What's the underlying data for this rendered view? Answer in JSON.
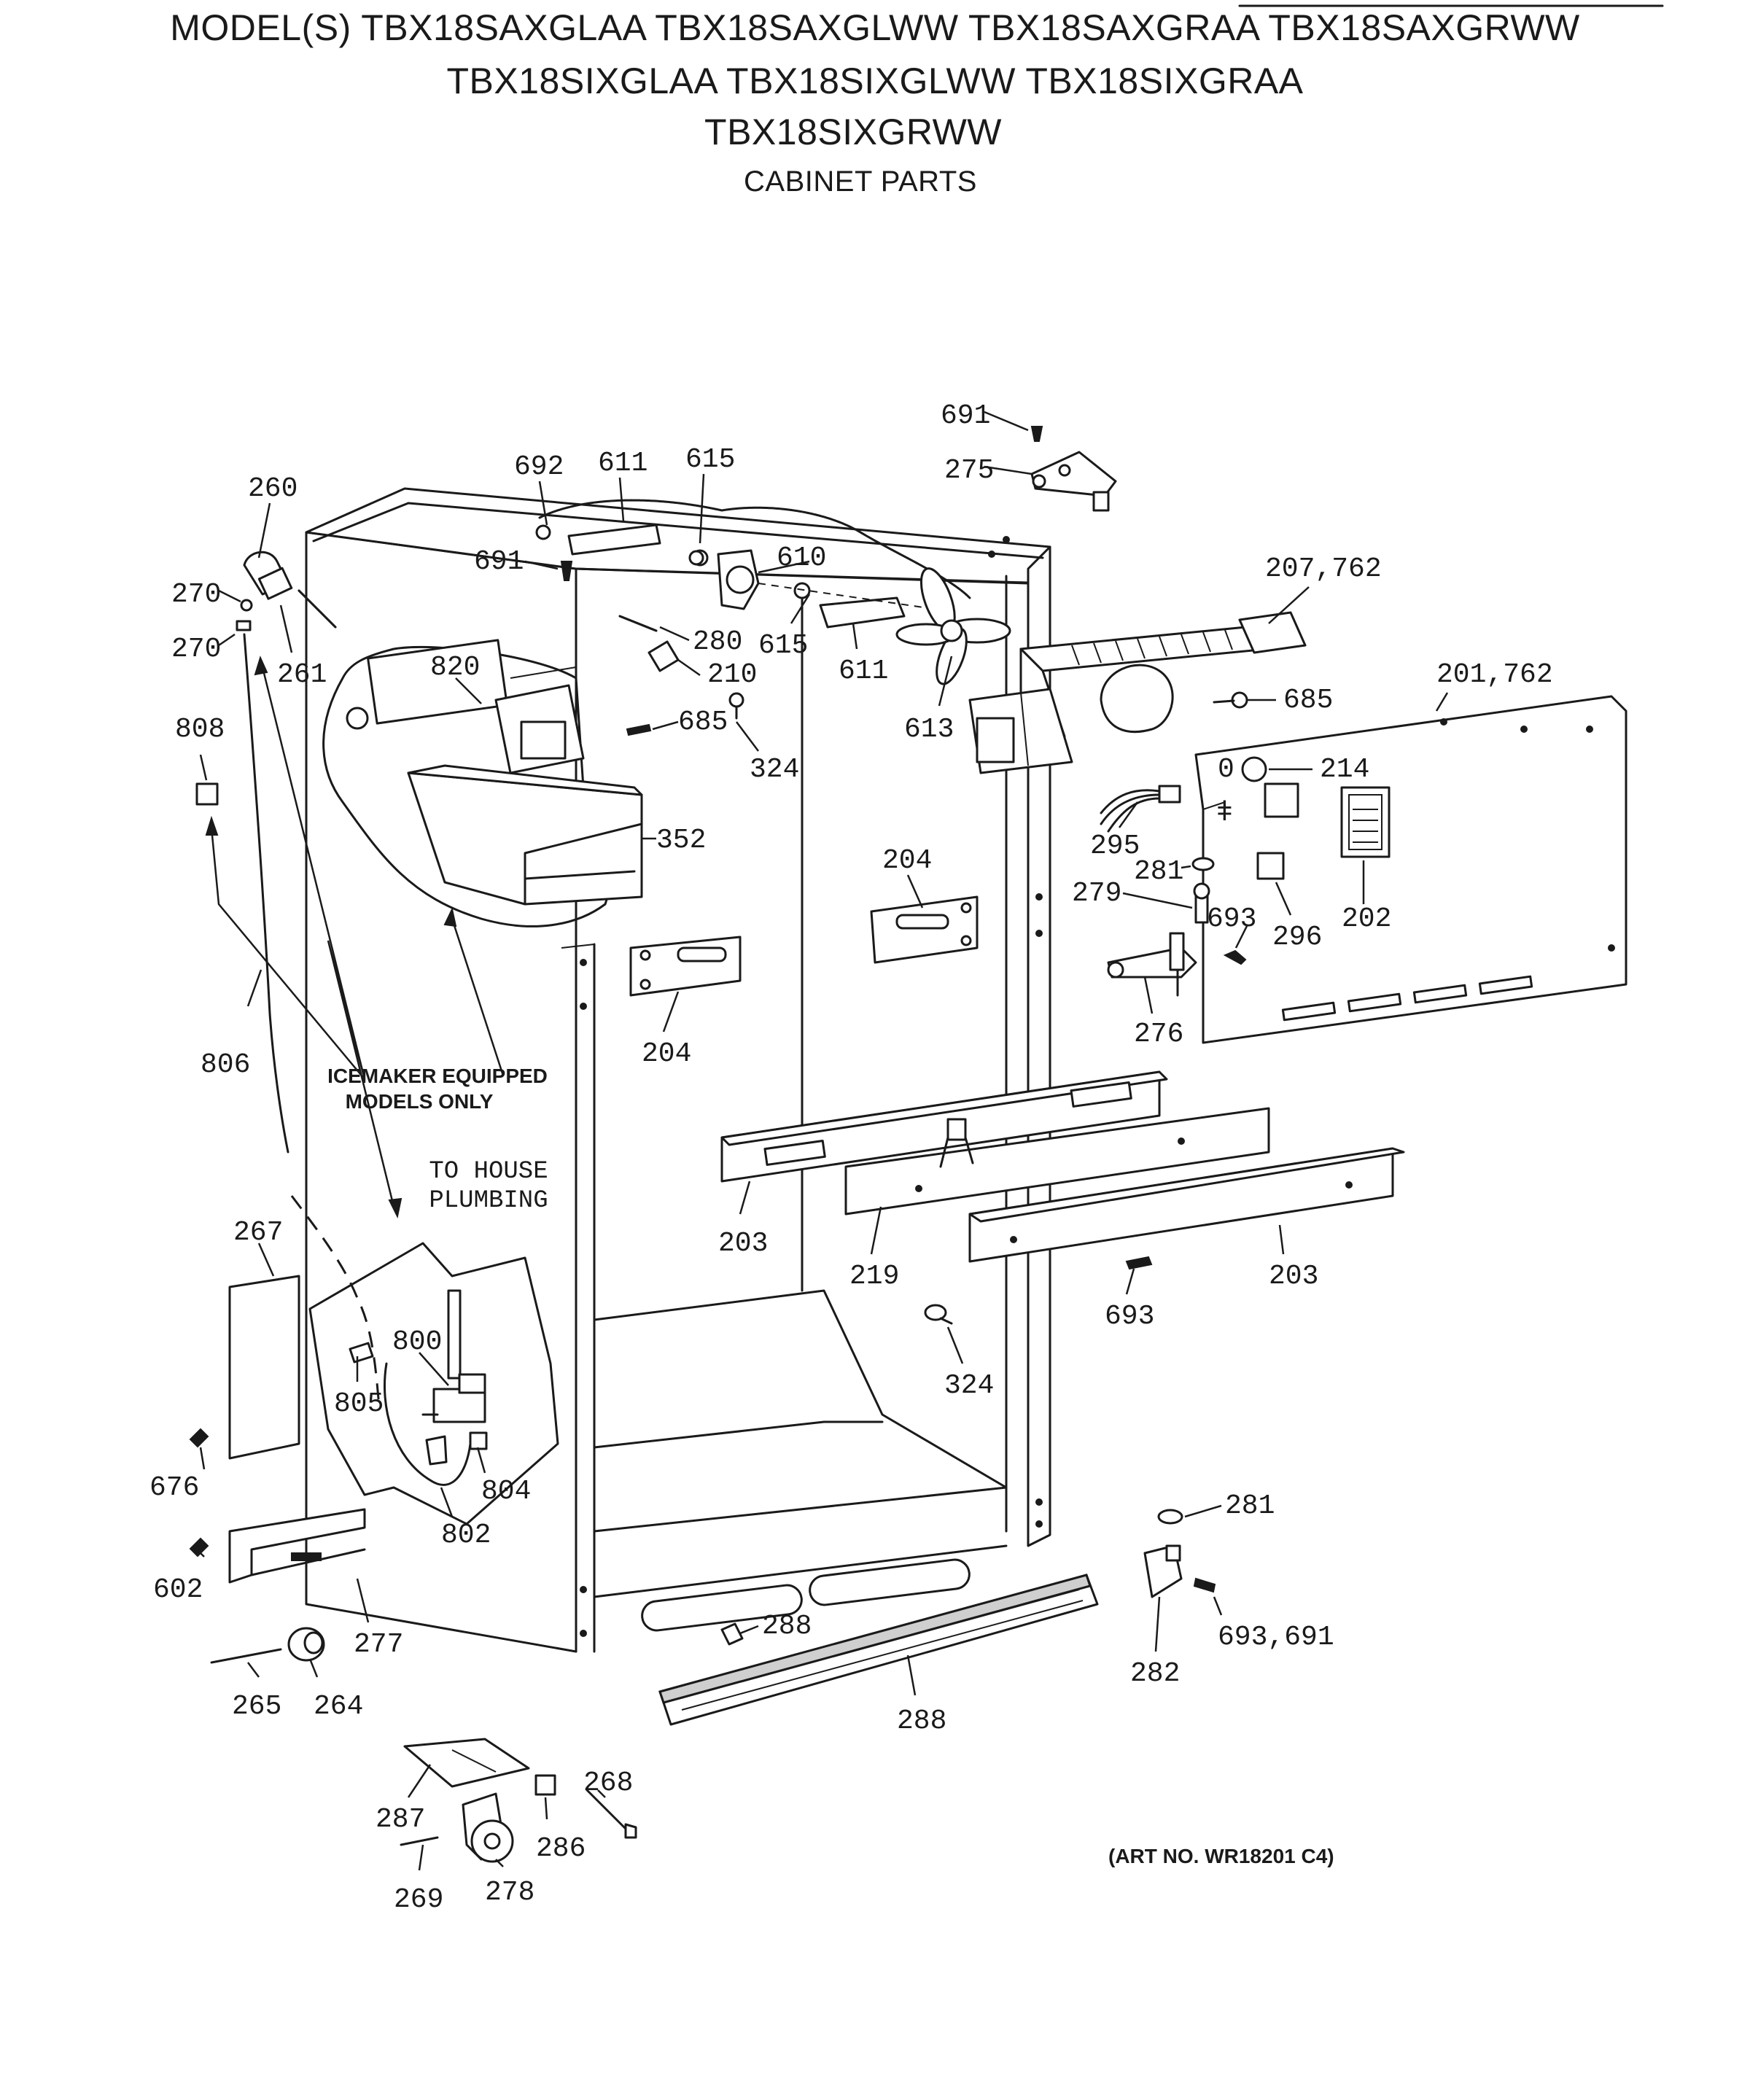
{
  "header": {
    "models_line1": "MODEL(S) TBX18SAXGLAA  TBX18SAXGLWW  TBX18SAXGRAA  TBX18SAXGRWW",
    "models_line2": "TBX18SIXGLAA  TBX18SIXGLWW  TBX18SIXGRAA",
    "models_line3": "TBX18SIXGRWW",
    "section_title": "CABINET PARTS"
  },
  "notes": {
    "icemaker_line1": "ICEMAKER EQUIPPED",
    "icemaker_line2": "MODELS ONLY",
    "plumbing_line1": "TO HOUSE",
    "plumbing_line2": "PLUMBING"
  },
  "art_number": "(ART NO. WR18201 C4)",
  "callouts": {
    "c691a": "691",
    "c275": "275",
    "c692": "692",
    "c611a": "611",
    "c615a": "615",
    "c260": "260",
    "c691b": "691",
    "c610": "610",
    "c207": "207,762",
    "c270a": "270",
    "c615b": "615",
    "c280": "280",
    "c270b": "270",
    "c820": "820",
    "c210": "210",
    "c611b": "611",
    "c261": "261",
    "c685a": "685",
    "c201": "201,762",
    "c808": "808",
    "c685b": "685",
    "c613": "613",
    "c324a": "324",
    "c214": "214",
    "c352": "352",
    "c204a": "204",
    "c295": "295",
    "c281a": "281",
    "c279": "279",
    "c693a": "693",
    "c202": "202",
    "c296": "296",
    "c204b": "204",
    "c276": "276",
    "c806": "806",
    "c267": "267",
    "c203a": "203",
    "c219": "219",
    "c203b": "203",
    "c693b": "693",
    "c800": "800",
    "c324b": "324",
    "c805": "805",
    "c804": "804",
    "c676": "676",
    "c802": "802",
    "c281b": "281",
    "c602": "602",
    "c288a": "288",
    "c277": "277",
    "c282": "282",
    "c693c": "693,691",
    "c265": "265",
    "c264": "264",
    "c288b": "288",
    "c268": "268",
    "c287": "287",
    "c286": "286",
    "c269": "269",
    "c278": "278"
  }
}
